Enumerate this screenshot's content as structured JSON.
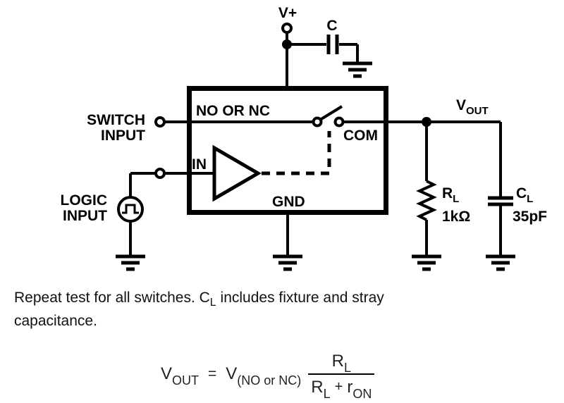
{
  "schematic": {
    "power": {
      "vplus": "V+",
      "cap_label": "C"
    },
    "inputs": {
      "switch_line1": "SWITCH",
      "switch_line2": "INPUT",
      "logic_line1": "LOGIC",
      "logic_line2": "INPUT"
    },
    "ic": {
      "pin_no_nc": "NO OR NC",
      "pin_com": "COM",
      "pin_in": "IN",
      "pin_gnd": "GND"
    },
    "output": {
      "vout_main": "V",
      "vout_sub": "OUT",
      "rl_main": "R",
      "rl_sub": "L",
      "rl_value": "1kΩ",
      "cl_main": "C",
      "cl_sub": "L",
      "cl_value": "35pF"
    }
  },
  "note": {
    "line1_pre": "Repeat test for all switches. C",
    "line1_sub": "L",
    "line1_post": " includes fixture and stray",
    "line2": "capacitance."
  },
  "formula": {
    "lhs_main": "V",
    "lhs_sub": "OUT",
    "equals": "=",
    "rhs_main": "V",
    "rhs_sub": "(NO or NC)",
    "num_main": "R",
    "num_sub": "L",
    "den_r1_main": "R",
    "den_r1_sub": "L",
    "den_plus": "+",
    "den_r2_main": "r",
    "den_r2_sub": "ON"
  },
  "colors": {
    "ink": "#000000",
    "background": "#ffffff"
  }
}
